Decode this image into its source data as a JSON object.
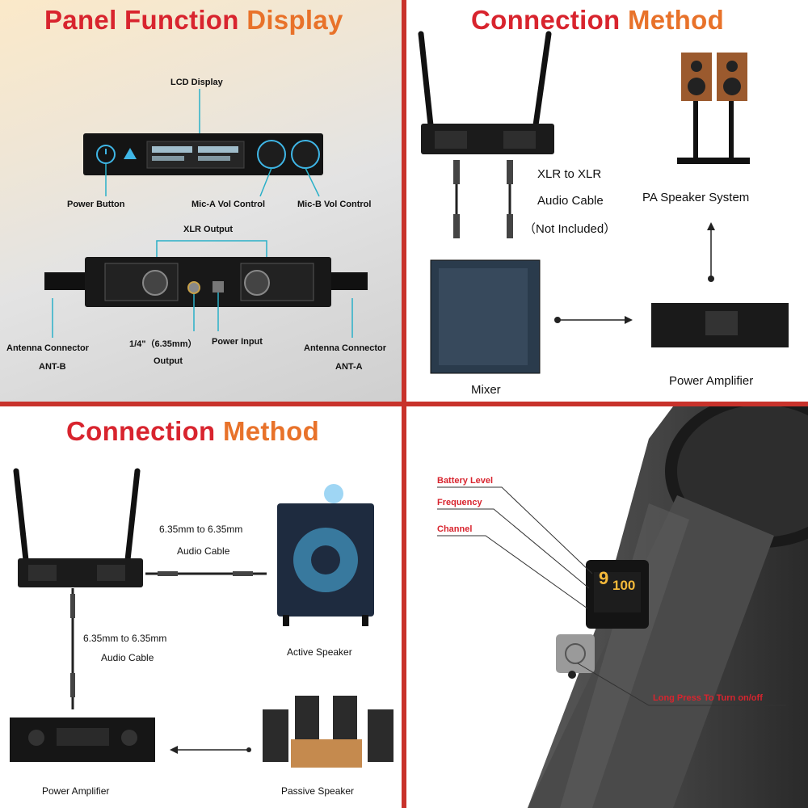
{
  "panel1": {
    "title_a": "Panel Function ",
    "title_b": "Display",
    "lcd_display": "LCD Display",
    "power_button": "Power Button",
    "mic_a_vol": "Mic-A Vol Control",
    "mic_b_vol": "Mic-B Vol Control",
    "xlr_output": "XLR Output",
    "antenna_b_line1": "Antenna Connector",
    "antenna_b_line2": "ANT-B",
    "quarter_output_line1": "1/4\"（6.35mm）",
    "quarter_output_line2": "Output",
    "power_input": "Power Input",
    "antenna_a_line1": "Antenna Connector",
    "antenna_a_line2": "ANT-A"
  },
  "panel2": {
    "title_a": "Connection ",
    "title_b": "Method",
    "cable_line1": "XLR to XLR",
    "cable_line2": "Audio Cable",
    "cable_line3": "（Not Included）",
    "pa_speaker": "PA Speaker System",
    "mixer": "Mixer",
    "power_amplifier": "Power Amplifier"
  },
  "panel3": {
    "title_a": "Connection ",
    "title_b": "Method",
    "cable_top_line1": "6.35mm to 6.35mm",
    "cable_top_line2": "Audio Cable",
    "cable_left_line1": "6.35mm to 6.35mm",
    "cable_left_line2": "Audio Cable",
    "active_speaker": "Active Speaker",
    "power_amplifier": "Power Amplifier",
    "passive_speaker": "Passive Speaker"
  },
  "panel4": {
    "battery_level": "Battery Level",
    "frequency": "Frequency",
    "channel": "Channel",
    "long_press": "Long Press To Turn on/off",
    "display_channel": "9",
    "display_frequency": "100"
  },
  "colors": {
    "divider": "#c8322b",
    "title_red": "#d8242e",
    "title_orange": "#e8722a",
    "leader_cyan": "#2ab0c8"
  }
}
